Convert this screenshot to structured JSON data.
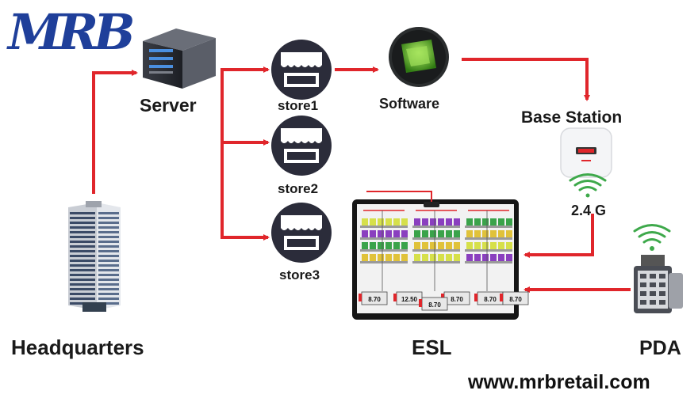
{
  "logo": {
    "text": "MRB"
  },
  "nodes": {
    "server": "Server",
    "store1": "store1",
    "store2": "store2",
    "store3": "store3",
    "software": "Software",
    "base_station": "Base Station",
    "frequency": "2.4 G",
    "headquarters": "Headquarters",
    "esl": "ESL",
    "pda": "PDA"
  },
  "esl_prices": [
    "8.70",
    "12.50",
    "8.70",
    "8.70",
    "8.70",
    "8.70"
  ],
  "footer": {
    "url": "www.mrbretail.com"
  },
  "colors": {
    "arrow": "#e0262b",
    "store_icon": "#2b2c3a",
    "logo": "#1f3f9a"
  }
}
